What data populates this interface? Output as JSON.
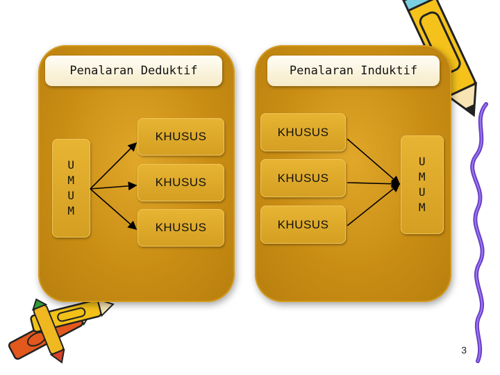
{
  "deductive": {
    "title": "Penalaran Deduktif",
    "umum_letters": [
      "U",
      "M",
      "U",
      "M"
    ],
    "khusus": [
      "KHUSUS",
      "KHUSUS",
      "KHUSUS"
    ]
  },
  "inductive": {
    "title": "Penalaran Induktif",
    "khusus": [
      "KHUSUS",
      "KHUSUS",
      "KHUSUS"
    ],
    "umum_letters": [
      "U",
      "M",
      "U",
      "M"
    ]
  },
  "page_number": "3",
  "colors": {
    "panel": "#c98d14",
    "box": "#e0a92a",
    "title_bg": "#fbf3dc",
    "arrow": "#000000"
  },
  "decorations": [
    "pencil-icon",
    "crayons-icon",
    "squiggle-icon"
  ]
}
